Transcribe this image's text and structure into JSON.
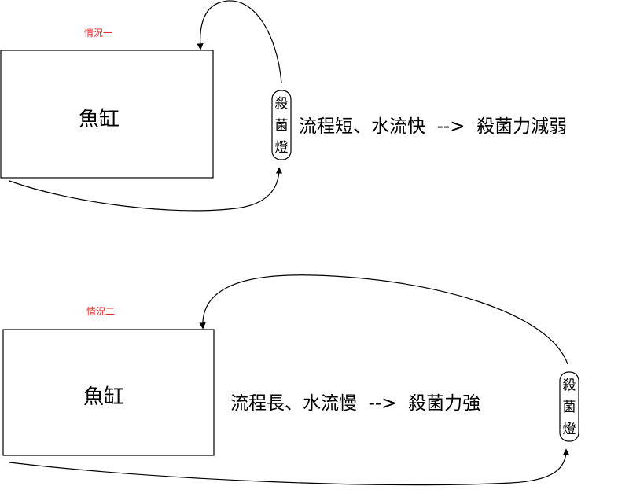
{
  "colors": {
    "label": "#e8262a",
    "stroke": "#000000"
  },
  "scenarios": [
    {
      "label": "情況一",
      "tank": "魚缸",
      "lamp": [
        "殺",
        "菌",
        "燈"
      ],
      "description": "流程短、水流快  -->  殺菌力減弱"
    },
    {
      "label": "情況二",
      "tank": "魚缸",
      "lamp": [
        "殺",
        "菌",
        "燈"
      ],
      "description": "流程長、水流慢  -->  殺菌力強"
    }
  ]
}
